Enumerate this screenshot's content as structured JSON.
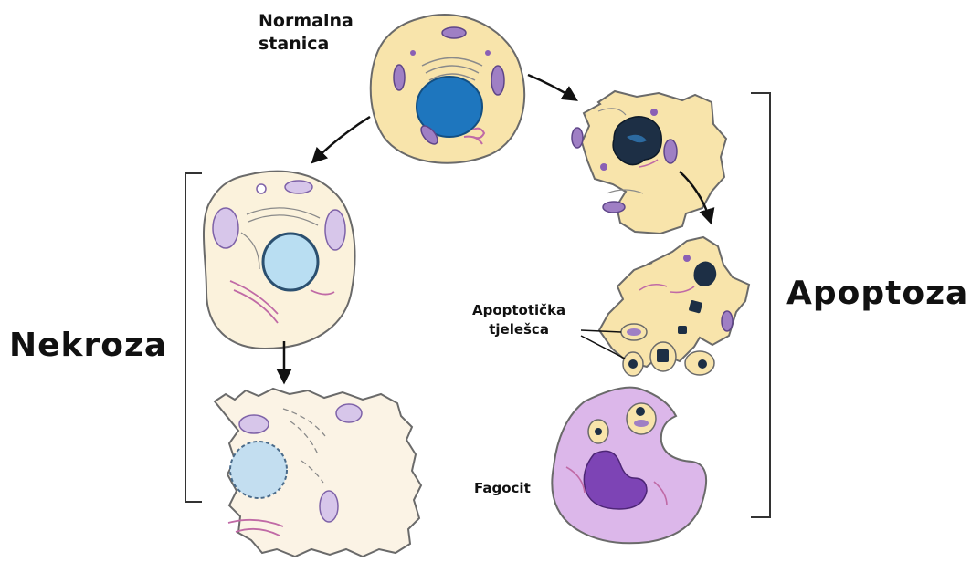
{
  "labels": {
    "normal_cell_line1": "Normalna",
    "normal_cell_line2": "stanica",
    "necrosis": "Nekroza",
    "apoptosis": "Apoptoza",
    "apoptotic_bodies_line1": "Apoptotička",
    "apoptotic_bodies_line2": "tjelešca",
    "phagocyte": "Fagocit"
  },
  "colors": {
    "cytoplasm": "#f8e4ab",
    "necrotic_cytoplasm": "#fbf2dc",
    "phagocyte": "#dcb7ea",
    "nucleus_normal": "#1e76be",
    "nucleus_swollen": "#b9def2",
    "chromatin_condensed": "#1d2f45",
    "mitochondria": "#9f7fc4",
    "er_membrane": "#c06aa6",
    "outline": "#6a6a6a",
    "arrow": "#111111"
  }
}
